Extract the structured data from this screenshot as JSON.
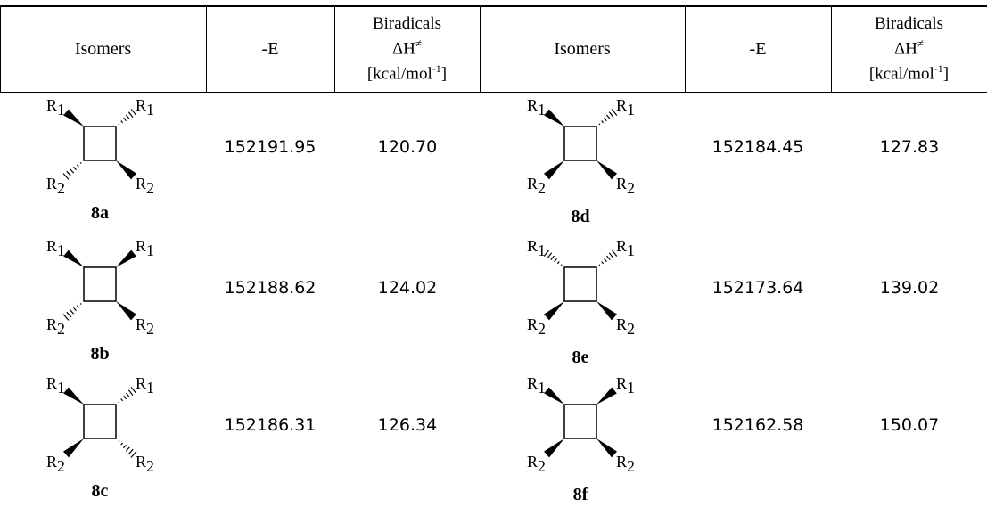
{
  "table": {
    "headers": [
      {
        "lines": [
          "Isomers"
        ]
      },
      {
        "lines": [
          "-E"
        ]
      },
      {
        "lines": [
          "Biradicals",
          "ΔH≠",
          "[kcal/mol-1]"
        ]
      },
      {
        "lines": [
          "Isomers"
        ]
      },
      {
        "lines": [
          "-E"
        ]
      },
      {
        "lines": [
          "Biradicals",
          "ΔH≠",
          "[kcal/mol-1]"
        ]
      }
    ],
    "substituents": {
      "r": "R",
      "sub1": "1",
      "sub2": "2"
    },
    "rows": [
      {
        "left": {
          "label": "8a",
          "energy": "152191.95",
          "dh": "120.70",
          "bonds": [
            "wedge",
            "hash",
            "hash",
            "wedge"
          ]
        },
        "right": {
          "label": "8d",
          "energy": "152184.45",
          "dh": "127.83",
          "bonds": [
            "wedge",
            "hash",
            "wedge",
            "wedge"
          ]
        }
      },
      {
        "left": {
          "label": "8b",
          "energy": "152188.62",
          "dh": "124.02",
          "bonds": [
            "wedge",
            "wedge",
            "hash",
            "wedge"
          ]
        },
        "right": {
          "label": "8e",
          "energy": "152173.64",
          "dh": "139.02",
          "bonds": [
            "hash",
            "hash",
            "wedge",
            "wedge"
          ]
        }
      },
      {
        "left": {
          "label": "8c",
          "energy": "152186.31",
          "dh": "126.34",
          "bonds": [
            "wedge",
            "hash",
            "wedge",
            "hash"
          ]
        },
        "right": {
          "label": "8f",
          "energy": "152162.58",
          "dh": "150.07",
          "bonds": [
            "wedge",
            "wedge",
            "wedge",
            "wedge"
          ]
        }
      }
    ]
  }
}
